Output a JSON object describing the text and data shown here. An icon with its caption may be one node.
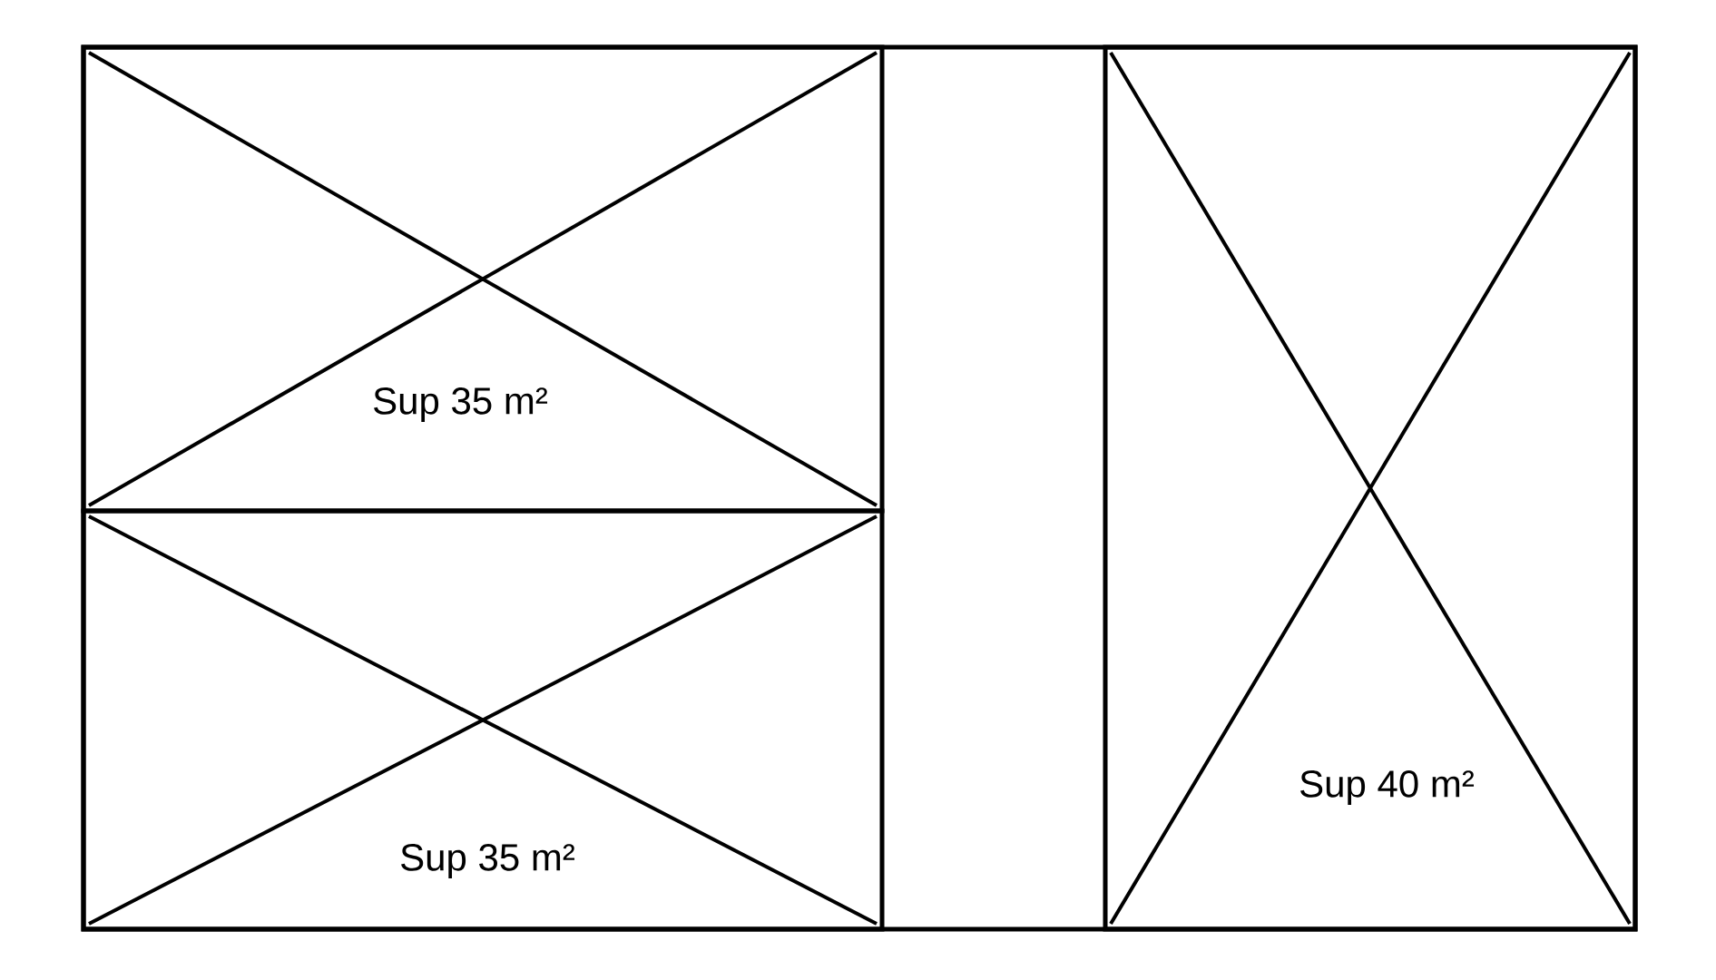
{
  "diagram": {
    "nodes": [
      {
        "text": [
          "Sup 35 m²"
        ]
      },
      {
        "text": [
          "Sup 35 m²"
        ]
      },
      {
        "text": [
          "Sup 40 m²"
        ]
      }
    ]
  }
}
